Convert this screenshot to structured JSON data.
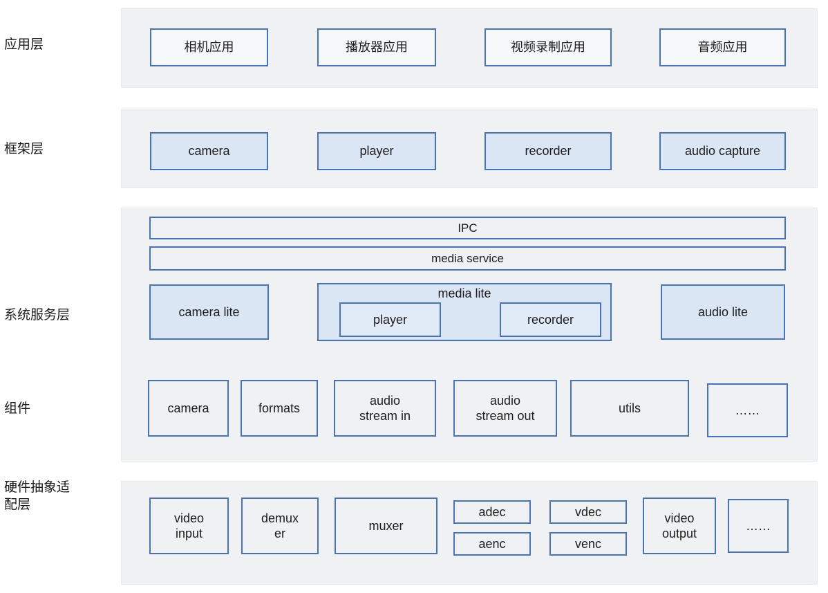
{
  "title": "media subsystem architecture diagram",
  "colors": {
    "border_blue": "#4472c4",
    "band_bg": "#f0f1f2",
    "fill_blue": "#dbe6f4",
    "fill_blue_light": "#e1eaf7",
    "fill_white": "#f7f8fa"
  },
  "layers": {
    "app": {
      "label": "应用层",
      "boxes": [
        "相机应用",
        "播放器应用",
        "视频录制应用",
        "音频应用"
      ]
    },
    "framework": {
      "label": "框架层",
      "boxes": [
        "camera",
        "player",
        "recorder",
        "audio capture"
      ]
    },
    "service": {
      "label": "系统服务层",
      "ipc": "IPC",
      "media_service": "media service",
      "camera_lite": "camera lite",
      "media_lite": "media lite",
      "player": "player",
      "recorder": "recorder",
      "audio_lite": "audio lite"
    },
    "components": {
      "label": "组件",
      "boxes": [
        "camera",
        "formats",
        "audio\nstream in",
        "audio\nstream out",
        "utils",
        "……"
      ]
    },
    "hal": {
      "label": "硬件抽象适\n配层",
      "boxes": [
        "video\ninput",
        "demux\ner",
        "muxer",
        "adec",
        "aenc",
        "vdec",
        "venc",
        "video\noutput",
        "……"
      ]
    }
  }
}
